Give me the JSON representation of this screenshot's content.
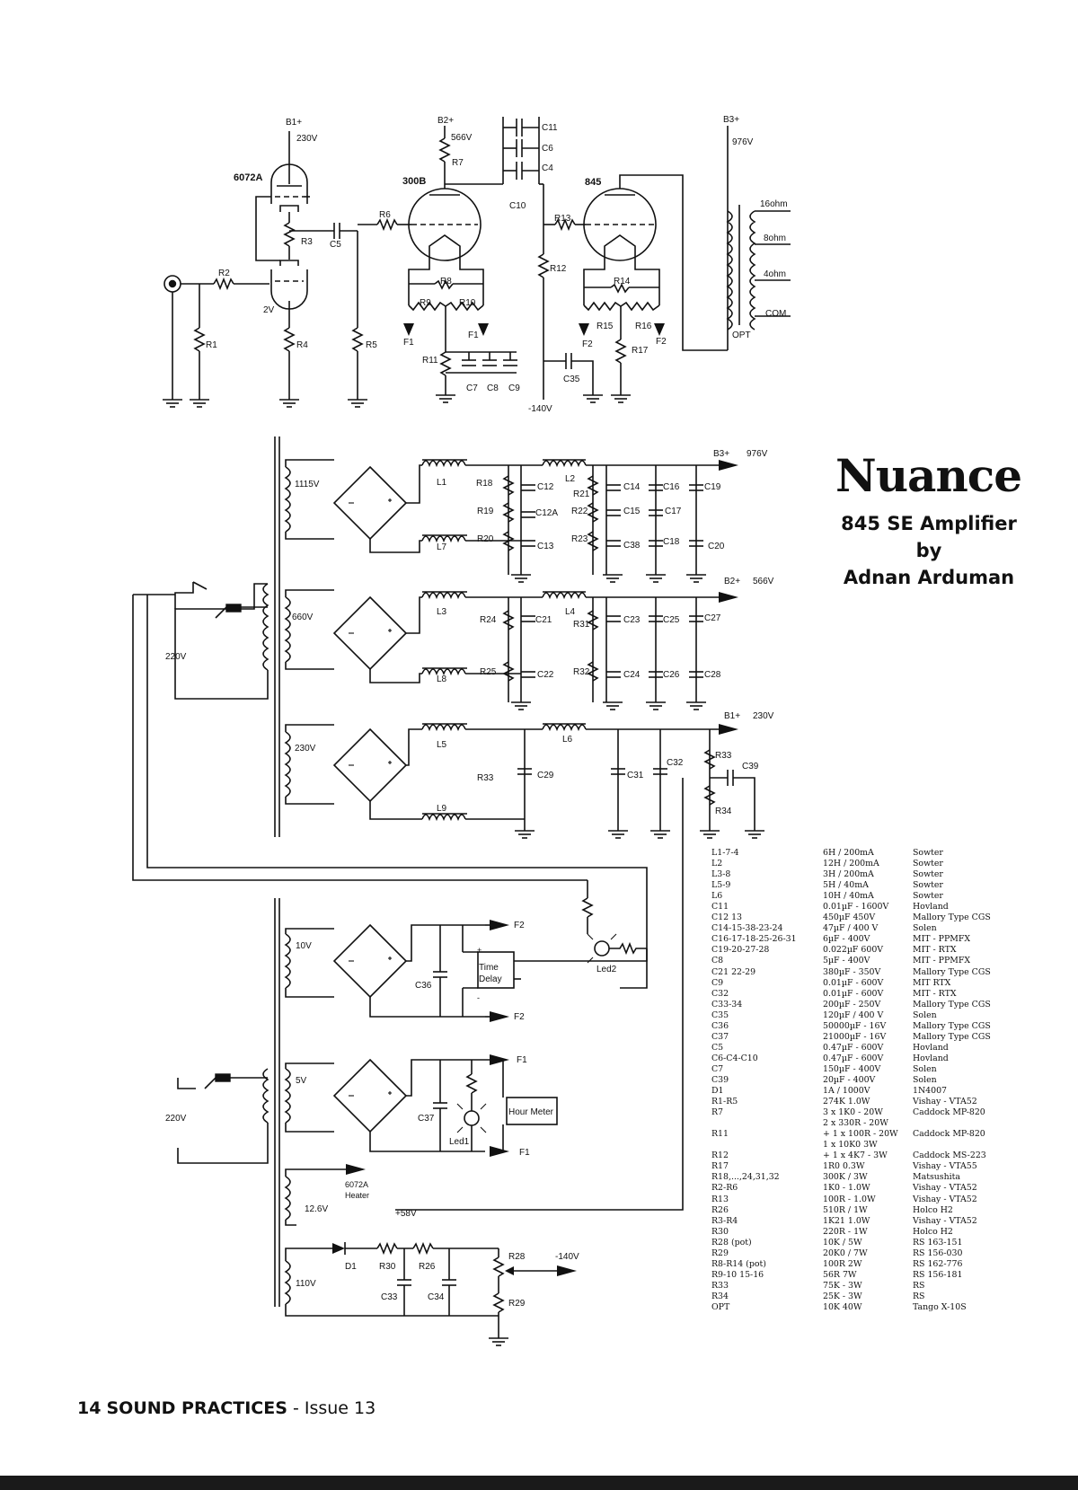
{
  "header": {
    "title": "Nuance",
    "subtitle_line1": "845 SE Amplifier",
    "subtitle_line2": "by",
    "author": "Adnan Arduman"
  },
  "footer": {
    "page_number": "14",
    "magazine": "SOUND PRACTICES",
    "issue": "- Issue 13"
  },
  "amp_labels": {
    "b1": "B1+",
    "b1_v": "230V",
    "b2": "B2+",
    "b2_v": "566V",
    "b3": "B3+",
    "b3_v": "976V",
    "tube_driver": "6072A",
    "tube_mid": "300B",
    "tube_out": "845",
    "bias_2v": "2V",
    "neg_bias": "-140V",
    "r1": "R1",
    "r2": "R2",
    "r3": "R3",
    "r4": "R4",
    "r5": "R5",
    "r6": "R6",
    "r7": "R7",
    "r8": "R8",
    "r9": "R9",
    "r10": "R10",
    "r11": "R11",
    "r12": "R12",
    "r13": "R13",
    "r14": "R14",
    "r15": "R15",
    "r16": "R16",
    "r17": "R17",
    "c4": "C4",
    "c5": "C5",
    "c6": "C6",
    "c7": "C7",
    "c8": "C8",
    "c9": "C9",
    "c10": "C10",
    "c11": "C11",
    "c35": "C35",
    "f1": "F1",
    "f2": "F2",
    "tap16": "16ohm",
    "tap8": "8ohm",
    "tap4": "4ohm",
    "com": "COM",
    "opt": "OPT"
  },
  "psu_labels": {
    "v1115": "1115V",
    "v660": "660V",
    "v230": "230V",
    "v220": "220V",
    "l1": "L1",
    "l2": "L2",
    "l3": "L3",
    "l4": "L4",
    "l5": "L5",
    "l6": "L6",
    "l7": "L7",
    "l8": "L8",
    "l9": "L9",
    "r18": "R18",
    "r19": "R19",
    "r20": "R20",
    "r21": "R21",
    "r22": "R22",
    "r23": "R23",
    "r24": "R24",
    "r25": "R25",
    "r31": "R31",
    "r32": "R32",
    "r33": "R33",
    "r34": "R34",
    "c12": "C12",
    "c12a": "C12A",
    "c13": "C13",
    "c14": "C14",
    "c15": "C15",
    "c16": "C16",
    "c17": "C17",
    "c18": "C18",
    "c19": "C19",
    "c20": "C20",
    "c21": "C21",
    "c22": "C22",
    "c23": "C23",
    "c24": "C24",
    "c25": "C25",
    "c26": "C26",
    "c27": "C27",
    "c28": "C28",
    "c29": "C29",
    "c31": "C31",
    "c32": "C32",
    "c38": "C38",
    "c39": "C39",
    "b3": "B3+",
    "b3_v": "976V",
    "b2": "B2+",
    "b2_v": "566V",
    "b1": "B1+",
    "b1_v": "230V"
  },
  "aux_labels": {
    "v10": "10V",
    "v5": "5V",
    "v220": "220V",
    "v12_6": "12.6V",
    "v110": "110V",
    "c33": "C33",
    "c34": "C34",
    "c36": "C36",
    "c37": "C37",
    "time": "Time",
    "delay": "Delay",
    "led1": "Led1",
    "led2": "Led2",
    "hour_meter": "Hour Meter",
    "heater1": "6072A",
    "heater2": "Heater",
    "v58": "+58V",
    "d1": "D1",
    "r26": "R26",
    "r28": "R28",
    "r29": "R29",
    "r30": "R30",
    "neg140": "-140V",
    "f1": "F1",
    "f2": "F2",
    "plus": "+",
    "minus": "-"
  },
  "parts_list": [
    [
      "L1-7-4",
      "6H / 200mA",
      "Sowter"
    ],
    [
      "L2",
      "12H / 200mA",
      "Sowter"
    ],
    [
      "L3-8",
      "3H / 200mA",
      "Sowter"
    ],
    [
      "L5-9",
      "5H / 40mA",
      "Sowter"
    ],
    [
      "L6",
      "10H / 40mA",
      "Sowter"
    ],
    [
      "C11",
      "0.01µF - 1600V",
      "Hovland"
    ],
    [
      "C12 13",
      "450µF 450V",
      "Mallory Type CGS"
    ],
    [
      "C14-15-38-23-24",
      "47µF / 400 V",
      "Solen"
    ],
    [
      "C16-17-18-25-26-31",
      "6µF - 400V",
      "MIT - PPMFX"
    ],
    [
      "C19-20-27-28",
      "0.022µF 600V",
      "MIT - RTX"
    ],
    [
      "C8",
      "5µF - 400V",
      "MIT - PPMFX"
    ],
    [
      "C21 22-29",
      "380µF - 350V",
      "Mallory Type CGS"
    ],
    [
      "C9",
      "0.01µF - 600V",
      "MIT RTX"
    ],
    [
      "C32",
      "0.01µF - 600V",
      "MIT - RTX"
    ],
    [
      "C33-34",
      "200µF - 250V",
      "Mallory Type CGS"
    ],
    [
      "C35",
      "120µF / 400 V",
      "Solen"
    ],
    [
      "C36",
      "50000µF - 16V",
      "Mallory Type CGS"
    ],
    [
      "C37",
      "21000µF - 16V",
      "Mallory Type CGS"
    ],
    [
      "C5",
      "0.47µF - 600V",
      "Hovland"
    ],
    [
      "C6-C4-C10",
      "0.47µF - 600V",
      "Hovland"
    ],
    [
      "C7",
      "150µF - 400V",
      "Solen"
    ],
    [
      "C39",
      "20µF - 400V",
      "Solen"
    ],
    [
      "D1",
      "1A / 1000V",
      "1N4007"
    ],
    [
      "R1-R5",
      "274K 1.0W",
      "Vishay - VTA52"
    ],
    [
      "R7",
      "3 x 1K0 - 20W",
      "Caddock MP-820"
    ],
    [
      "",
      "2 x 330R - 20W",
      ""
    ],
    [
      "R11",
      "+ 1 x 100R - 20W",
      "Caddock MP-820"
    ],
    [
      "",
      "1 x 10K0 3W",
      ""
    ],
    [
      "R12",
      "+ 1 x 4K7 - 3W",
      "Caddock MS-223"
    ],
    [
      "R17",
      "1R0 0.3W",
      "Vishay - VTA55"
    ],
    [
      "R18,...,24,31,32",
      "300K / 3W",
      "Matsushita"
    ],
    [
      "R2-R6",
      "1K0 - 1.0W",
      "Vishay - VTA52"
    ],
    [
      "R13",
      "100R - 1.0W",
      "Vishay - VTA52"
    ],
    [
      "R26",
      "510R / 1W",
      "Holco H2"
    ],
    [
      "R3-R4",
      "1K21 1.0W",
      "Vishay - VTA52"
    ],
    [
      "R30",
      "220R - 1W",
      "Holco H2"
    ],
    [
      "R28 (pot)",
      "10K / 5W",
      "RS 163-151"
    ],
    [
      "R29",
      "20K0 / 7W",
      "RS 156-030"
    ],
    [
      "R8-R14 (pot)",
      "100R 2W",
      "RS 162-776"
    ],
    [
      "R9-10 15-16",
      "56R 7W",
      "RS 156-181"
    ],
    [
      "R33",
      "75K - 3W",
      "RS"
    ],
    [
      "R34",
      "25K - 3W",
      "RS"
    ],
    [
      "OPT",
      "10K 40W",
      "Tango X-10S"
    ]
  ]
}
